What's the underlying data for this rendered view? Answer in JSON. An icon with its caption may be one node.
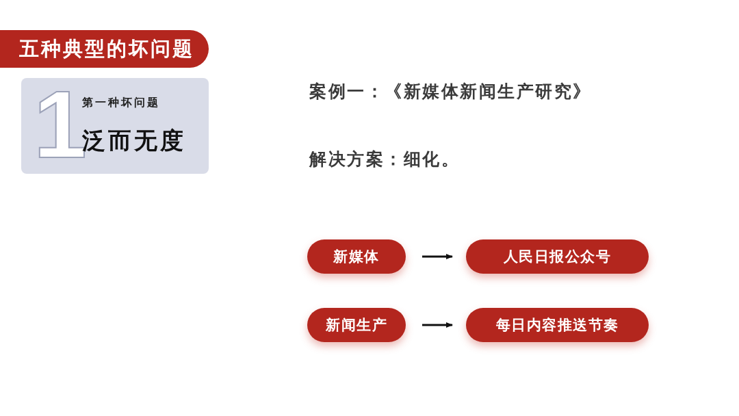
{
  "diagram": {
    "nodes": [
      {
        "text": [
          "五种典型的坏问题"
        ]
      },
      {
        "text": [
          "1",
          "第一种坏问题",
          "泛而无度"
        ]
      },
      {
        "text": [
          "新媒体"
        ]
      },
      {
        "text": [
          "人民日报公众号"
        ]
      },
      {
        "text": [
          "新闻生产"
        ]
      },
      {
        "text": [
          "每日内容推送节奏"
        ]
      }
    ],
    "edges": [
      {
        "from": 2,
        "to": 3,
        "arrow": "to"
      },
      {
        "from": 4,
        "to": 5,
        "arrow": "to"
      }
    ],
    "labels": [
      "案例一：《新媒体新闻生产研究》",
      "解决方案：细化。"
    ]
  }
}
